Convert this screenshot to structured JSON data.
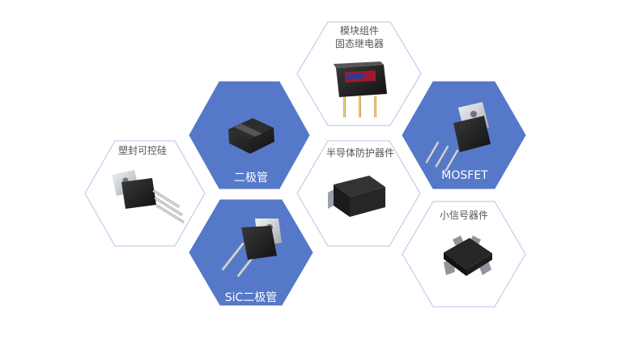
{
  "colors": {
    "accent_fill": "#5579c8",
    "outline_stroke": "#b8c4e6",
    "label_dark": "#555555",
    "label_light": "#ffffff"
  },
  "hexagons": {
    "module": {
      "label_line1": "模块组件",
      "label_line2": "固态继电器",
      "style": "outline",
      "icon": "solid-state-relay-module-icon"
    },
    "diode": {
      "label": "二极管",
      "style": "filled",
      "icon": "smd-diode-icon"
    },
    "mosfet": {
      "label": "MOSFET",
      "style": "filled",
      "icon": "to-220-mosfet-icon"
    },
    "thyristor": {
      "label": "塑封可控硅",
      "style": "outline",
      "icon": "to-220-thyristor-icon"
    },
    "protection": {
      "label": "半导体防护器件",
      "style": "outline",
      "icon": "smd-protection-device-icon"
    },
    "sic_diode": {
      "label": "SiC二极管",
      "style": "filled",
      "icon": "to-247-sic-diode-icon"
    },
    "small_signal": {
      "label": "小信号器件",
      "style": "outline",
      "icon": "sot-23-small-signal-icon"
    }
  }
}
